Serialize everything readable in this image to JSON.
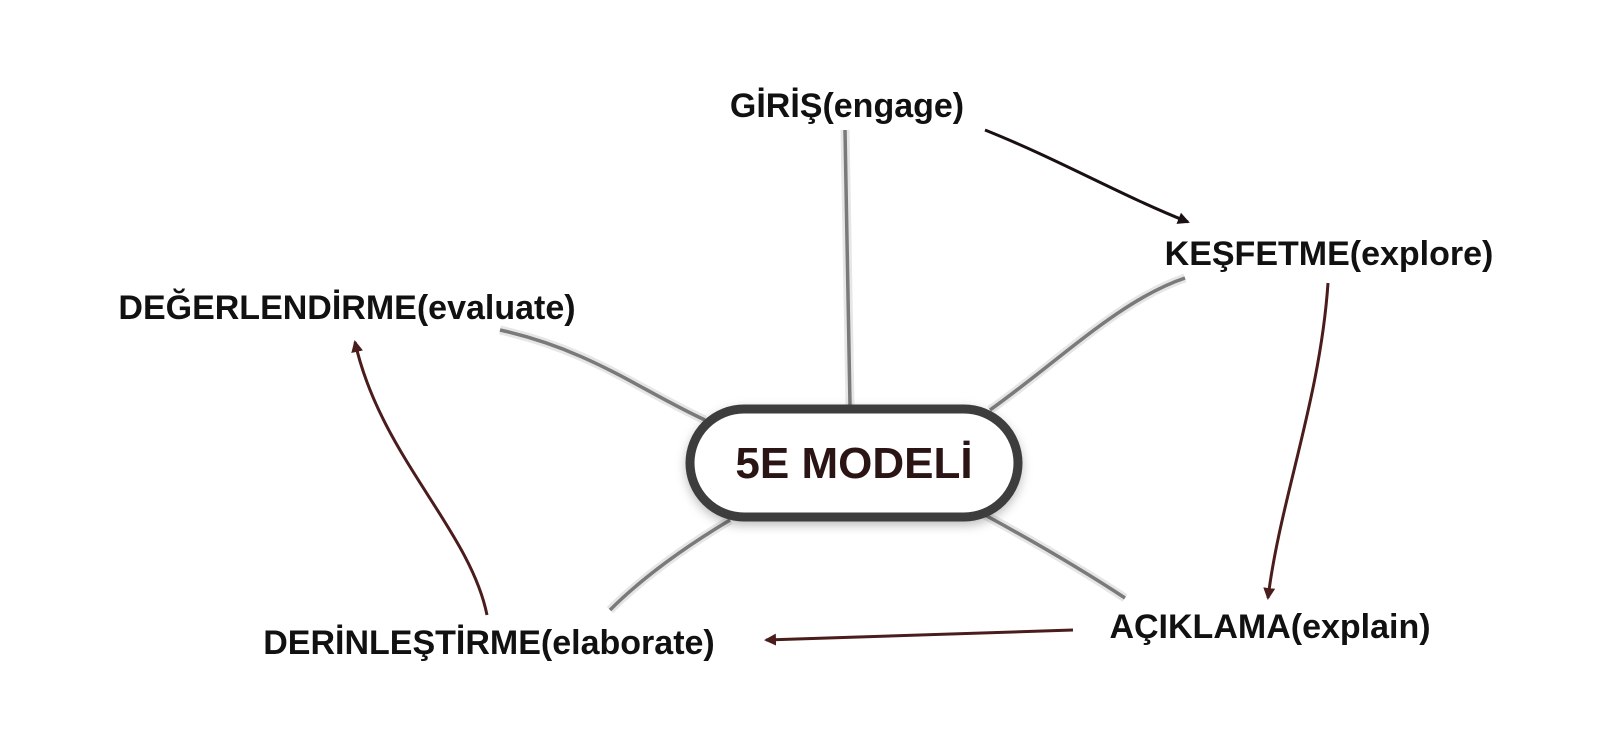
{
  "center": {
    "label": "5E MODELİ"
  },
  "nodes": {
    "engage": "GİRİŞ(engage)",
    "explore": "KEŞFETME(explore)",
    "explain": "AÇIKLAMA(explain)",
    "elaborate": "DERİNLEŞTİRME(elaborate)",
    "evaluate": "DEĞERLENDİRME(evaluate)"
  },
  "colors": {
    "spoke": "#7a7a7a",
    "center_border": "#3d3d3d",
    "center_text": "#2a1414",
    "arrow_engage_to_explore": "#1a0f12",
    "arrow_cycle": "#4a1c1c"
  }
}
